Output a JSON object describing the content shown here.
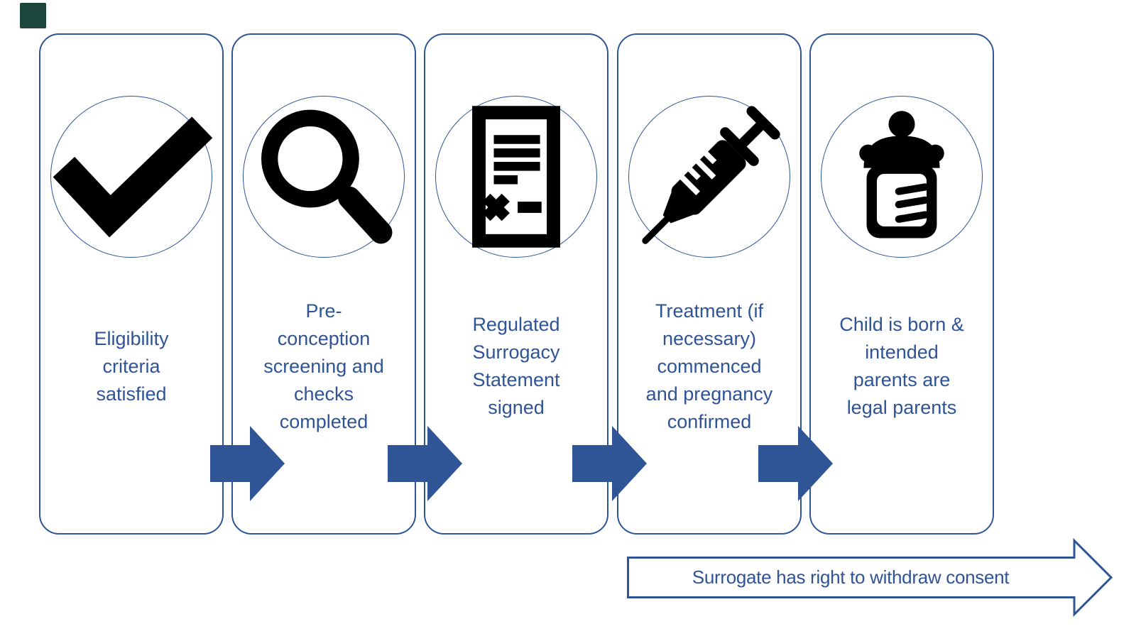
{
  "figure": {
    "colors": {
      "outline": "#2E5696",
      "arrow_fill": "#2F5597",
      "text": "#2F5496",
      "icon": "#000000",
      "corner_square": "#1C453C",
      "background": "#FFFFFF"
    },
    "steps": [
      {
        "icon": "checkmark-icon",
        "label": "Eligibility\ncriteria\nsatisfied"
      },
      {
        "icon": "magnifier-icon",
        "label": "Pre-\nconception\nscreening and\nchecks\ncompleted"
      },
      {
        "icon": "signed-document-icon",
        "label": "Regulated\nSurrogacy\nStatement\nsigned"
      },
      {
        "icon": "syringe-icon",
        "label": "Treatment (if\nnecessary)\ncommenced\nand pregnancy\nconfirmed"
      },
      {
        "icon": "baby-bottle-icon",
        "label": "Child is born &\nintended\nparents are\nlegal parents"
      }
    ],
    "withdraw_arrow_label": "Surrogate has right to withdraw consent"
  }
}
